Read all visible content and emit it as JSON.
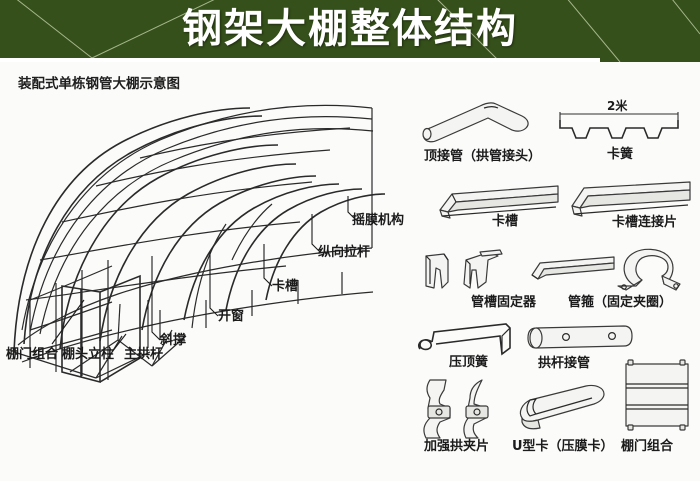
{
  "banner": {
    "title": "钢架大棚整体结构",
    "bg_color": "#35501a",
    "text_color": "#ffffff"
  },
  "diagram": {
    "caption": "装配式单栋钢管大棚示意图",
    "labels": [
      {
        "id": "yaomo-jigou",
        "text": "摇膜机构"
      },
      {
        "id": "zongxiang-lagan",
        "text": "纵向拉杆"
      },
      {
        "id": "kacao",
        "text": "卡槽"
      },
      {
        "id": "kaichuang",
        "text": "开窗"
      },
      {
        "id": "xiecheng",
        "text": "斜撑"
      },
      {
        "id": "zhugonggan",
        "text": "主拱杆"
      },
      {
        "id": "pengtou-lizhu",
        "text": "棚头立柱"
      },
      {
        "id": "pengmen-zuhe",
        "text": "棚门组合"
      }
    ]
  },
  "parts": {
    "dimension_note": "2米",
    "items": [
      {
        "id": "dingjieguan",
        "label": "顶接管（拱管接头）",
        "icon": "bent-pipe-icon"
      },
      {
        "id": "kahuang",
        "label": "卡簧",
        "icon": "wave-spring-icon"
      },
      {
        "id": "kacao",
        "label": "卡槽",
        "icon": "channel-rail-icon"
      },
      {
        "id": "kacao-lianjiepian",
        "label": "卡槽连接片",
        "icon": "channel-splice-icon"
      },
      {
        "id": "guancao-gudingqi",
        "label": "管槽固定器",
        "icon": "pipe-clip-icon"
      },
      {
        "id": "guangu",
        "label": "管箍（固定夹圈）",
        "icon": "u-clamp-icon"
      },
      {
        "id": "yadingghuang",
        "label": "压顶簧",
        "icon": "top-spring-icon"
      },
      {
        "id": "gonggan-jieguan",
        "label": "拱杆接管",
        "icon": "sleeve-pipe-icon"
      },
      {
        "id": "jiaqiang-gongjiapian",
        "label": "加强拱夹片",
        "icon": "arch-clip-icon"
      },
      {
        "id": "uxingka",
        "label": "U型卡（压膜卡）",
        "icon": "u-channel-icon"
      },
      {
        "id": "pengmen-zuhe",
        "label": "棚门组合",
        "icon": "door-panel-icon"
      }
    ]
  }
}
